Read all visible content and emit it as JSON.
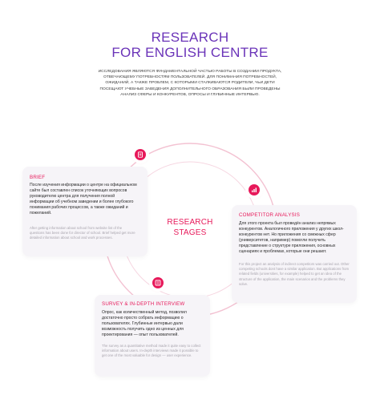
{
  "header": {
    "title_line1": "RESEARCH",
    "title_line2": "FOR ENGLISH CENTRE",
    "intro": "Исследования являются фундаментальной частью работы в создании продукта, отвечающему потребностям пользователей. Для понимания потребностей, ожиданий, а также проблем, с которыми сталкиваются родители, чьи дети посещают учебные заведения дополнительного образования были проведены анализ сферы и конкурентов, опросы и глубинные интервью."
  },
  "center": {
    "line1": "RESEARCH",
    "line2": "STAGES"
  },
  "stages": {
    "brief": {
      "icon": "document-icon",
      "title": "BRIEF",
      "ru": "После изучения информации о центре на официальном сайте был составлен список уточняющих вопросов руководителю центра для получения полной информации об учебном заведении и более глубокого понимания рабочих процессов, а также ожиданий и пожеланий.",
      "en": "After getting information about school from website list of the questions has been done for director of school. Brief helped get more detailed information about school and work processes."
    },
    "competitor": {
      "icon": "chart-icon",
      "title": "COMPETITOR ANALYSIS",
      "ru": "Для этого проекта был проведён анализ непрямых конкурентов. Аналогичного приложения у других школ-конкурентов нет. Но приложения со смежных сфер (университетов, например) помогли получить представление о структуре приложения, основных сценариях и проблемах, которые они решают.",
      "en": "For this project an analysis of indirect competitors was carried out. Other competing schools dont have a similar application. But applications from related fields (universities, for example) helped to get an idea of the structure of the application, the main scenarios and the problems they solve."
    },
    "survey": {
      "icon": "survey-icon",
      "title": "SURVEY & IN-DEPTH INTERVIEW",
      "ru": "Опрос, как количественный метод, позволил достаточно просто собрать информацию о пользователях. Глубинные интервью дали возможность получить одно из ценных для проектирования — опыт пользователей.",
      "en": "The survey as a quantitative method made it quite easy to collect information about users. In-depth interviews made it possible to get one of the most valuable for design — user experience."
    }
  },
  "colors": {
    "accent": "#e7195a",
    "title": "#6a33b8",
    "card_bg": "#f6f4f8",
    "ring": "#f3c2d2"
  }
}
